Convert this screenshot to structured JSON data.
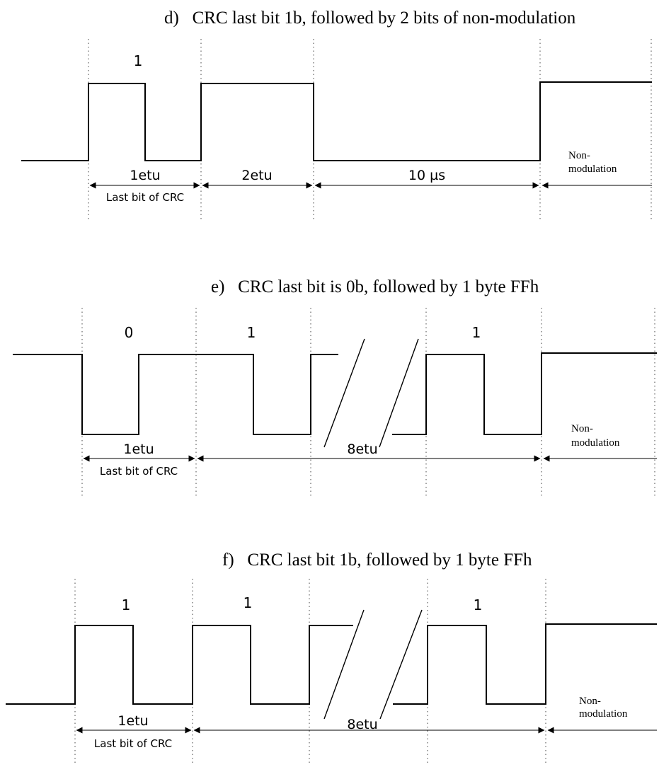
{
  "diagrams": [
    {
      "title": "d)   CRC last bit 1b, followed by 2 bits of non-modulation",
      "bits": [
        "1"
      ],
      "spans": [
        "1etu",
        "2etu",
        "10 µs"
      ],
      "sublabel": "Last bit of CRC",
      "nonmod": [
        "Non-",
        "modulation"
      ]
    },
    {
      "title": "e)   CRC last bit is 0b, followed by 1 byte FFh",
      "bits": [
        "0",
        "1",
        "1"
      ],
      "spans": [
        "1etu",
        "8etu"
      ],
      "sublabel": "Last bit of CRC",
      "nonmod": [
        "Non-",
        "modulation"
      ]
    },
    {
      "title": "f)   CRC last bit 1b, followed by 1 byte FFh",
      "bits": [
        "1",
        "1",
        "1"
      ],
      "spans": [
        "1etu",
        "8etu"
      ],
      "sublabel": "Last bit of CRC",
      "nonmod": [
        "Non-",
        "modulation"
      ]
    }
  ]
}
